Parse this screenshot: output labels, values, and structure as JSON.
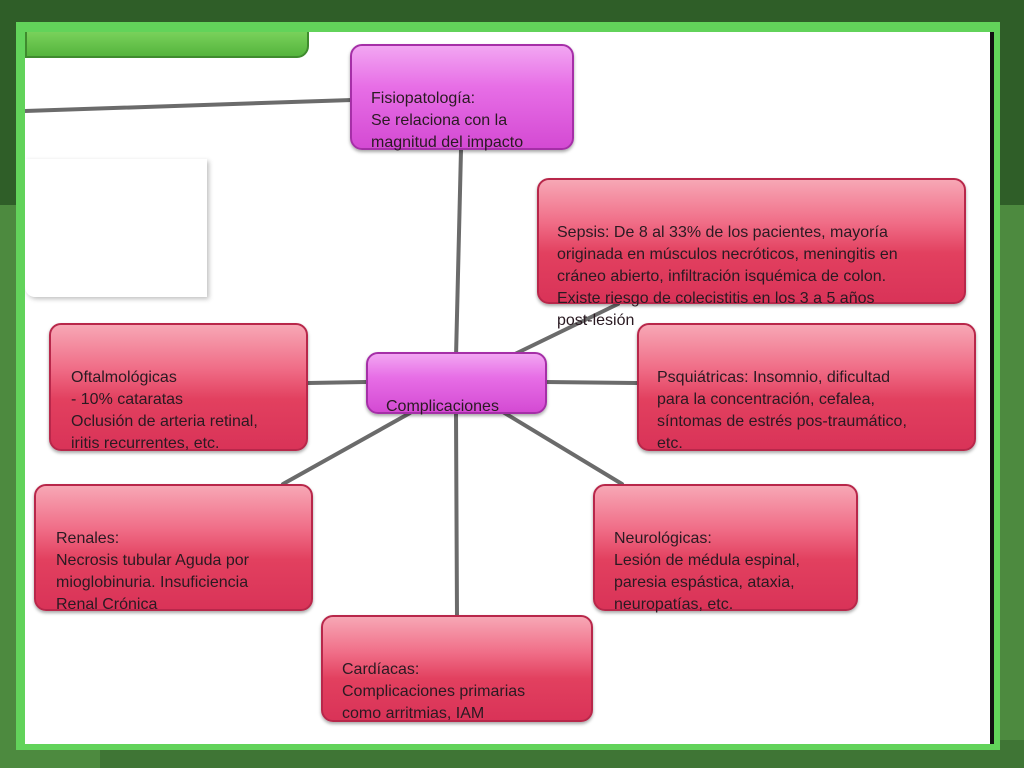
{
  "diagram": {
    "center": {
      "label": "Complicaciones"
    },
    "top_node": {
      "text": "Fisiopatología:\nSe relaciona con la\nmagnitud del impacto"
    },
    "nodes": {
      "sepsis": "Sepsis: De 8 al 33% de los pacientes, mayoría\noriginada en músculos necróticos, meningitis en\ncráneo abierto, infiltración isquémica de colon.\nExiste riesgo de colecistitis en los 3 a 5 años\npost-lesión",
      "oftalmologicas": " Oftalmológicas\n - 10% cataratas\nOclusión de arteria retinal,\n iritis recurrentes, etc.",
      "psiquiatricas": "Psquiátricas: Insomnio, dificultad\n para la concentración, cefalea,\nsíntomas de estrés pos-traumático,\netc.",
      "renales": "Renales:\nNecrosis tubular Aguda por\n mioglobinuria. Insuficiencia\nRenal Crónica",
      "neurologicas": "Neurológicas:\nLesión de médula espinal,\nparesia espástica, ataxia,\nneuropatías, etc.",
      "cardiacas": "Cardíacas:\n Complicaciones primarias\ncomo arritmias, IAM"
    }
  }
}
